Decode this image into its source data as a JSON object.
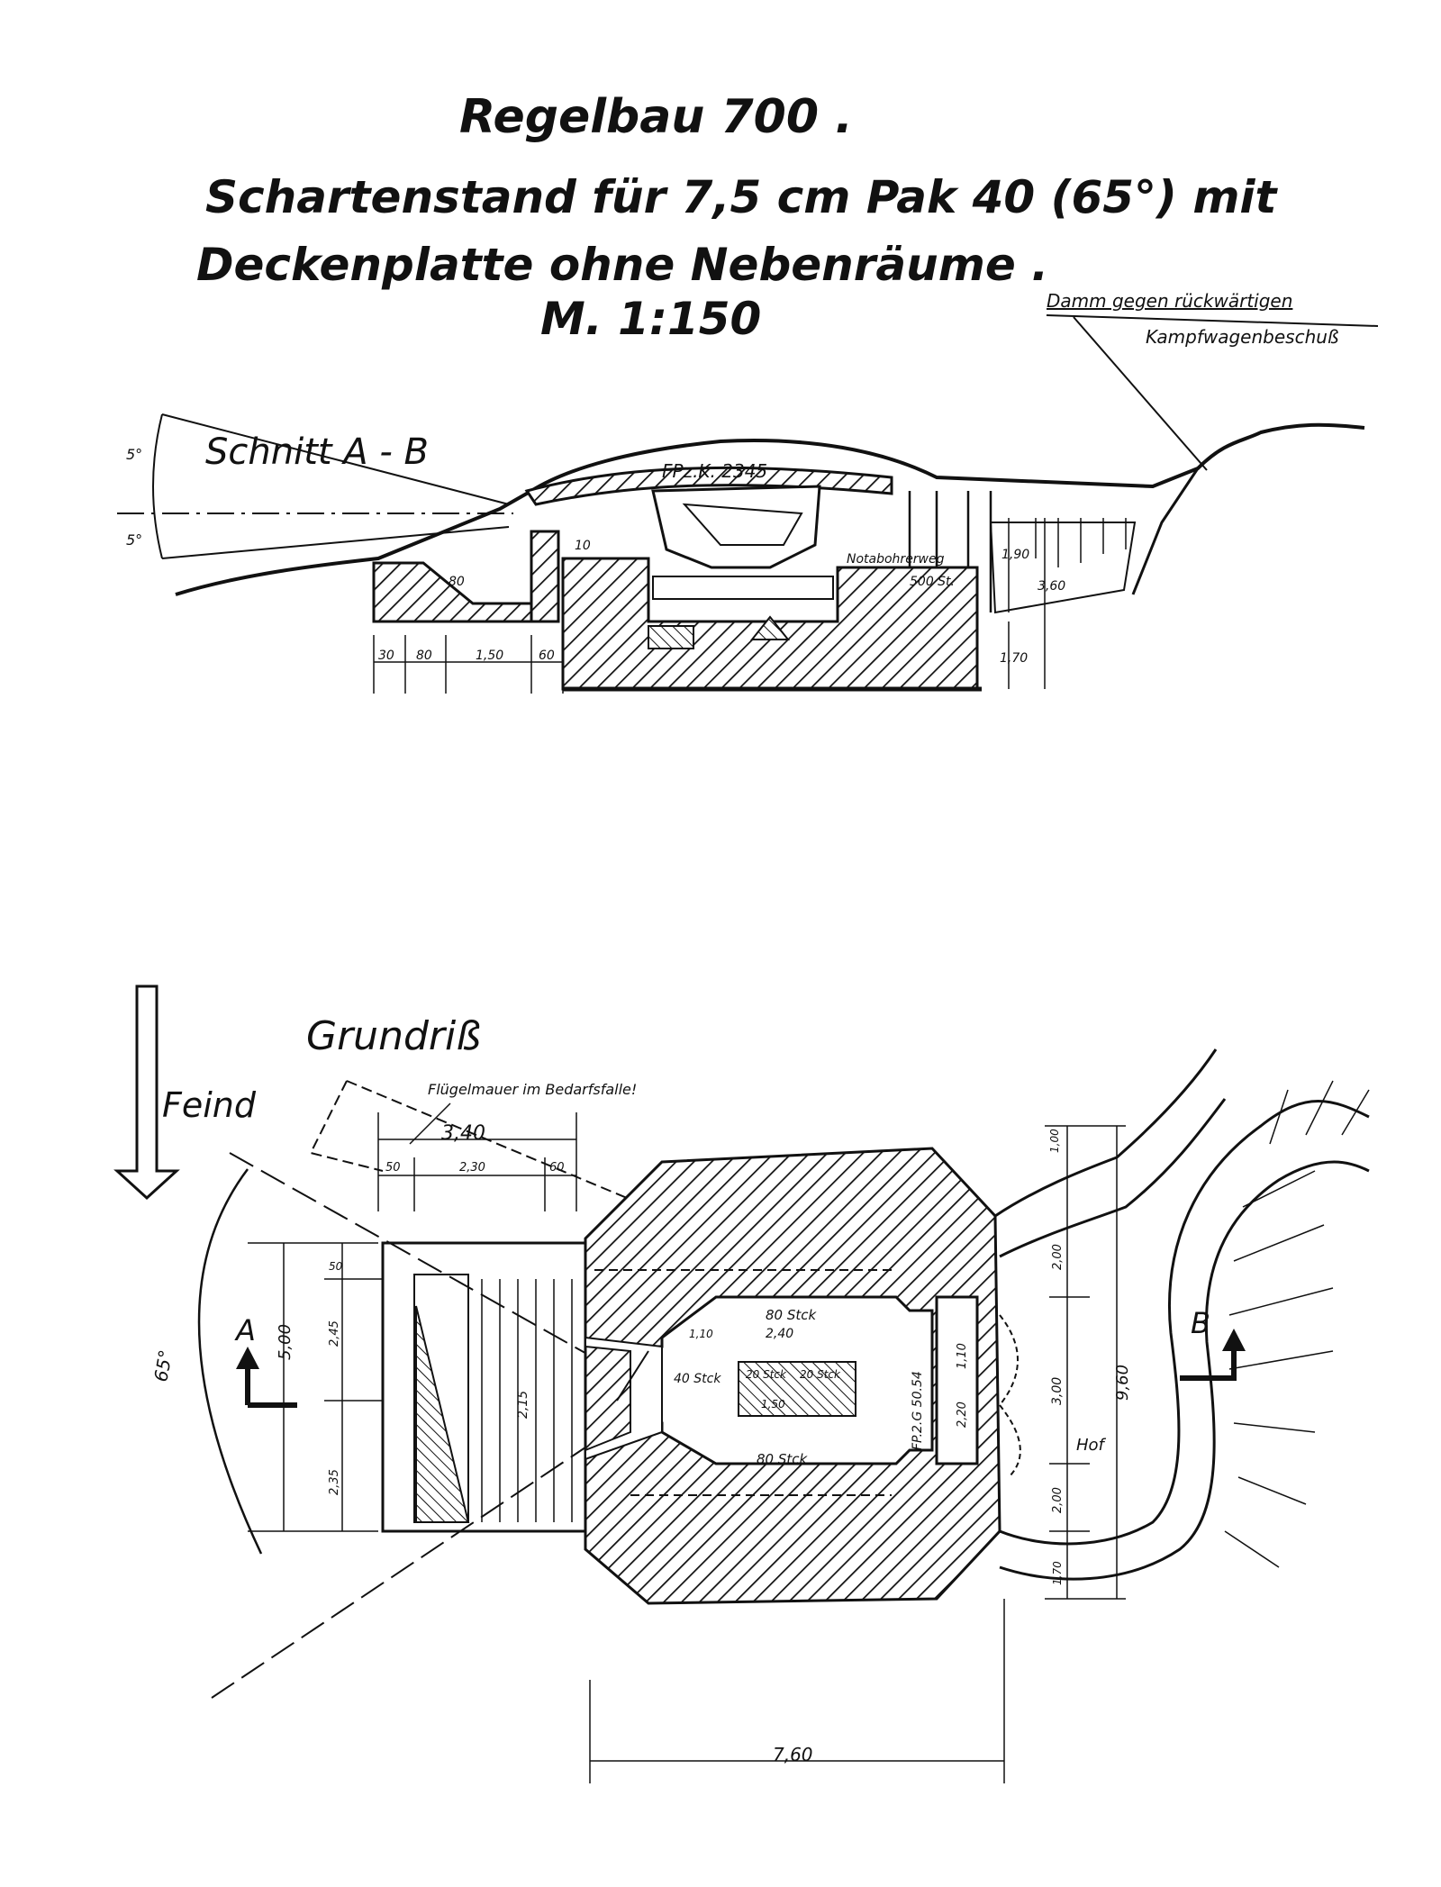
{
  "drawing": {
    "title_line1": "Regelbau 700 .",
    "title_line2": "Schartenstand für 7,5 cm Pak 40 (65°) mit",
    "title_line3": "Deckenplatte ohne Nebenräume .",
    "scale": "M. 1:150",
    "note_line1": "Damm gegen rückwärtigen",
    "note_line2": "Kampfwagenbeschuß"
  },
  "section": {
    "label": "Schnitt A - B",
    "angle_top": "5°",
    "angle_bottom": "5°",
    "gun_label": "FPz.K. 2345",
    "notbohr_label": "Notabohrerweg",
    "notbohr_sub": "500 St.",
    "dims": [
      "30",
      "80",
      "1,50",
      "60",
      "80",
      "10",
      "1,90",
      "3,60",
      "1,70"
    ]
  },
  "plan": {
    "label": "Grundriß",
    "feind": "Feind",
    "wing_wall": "Flügelmauer im Bedarfsfalle!",
    "marker_a": "A",
    "marker_b": "B",
    "hof": "Hof",
    "angle": "65°",
    "width_total": "7,60",
    "height_total": "9,60",
    "dims_top": [
      "3,40",
      "50",
      "2,30",
      "60"
    ],
    "dims_left": [
      "5,00",
      "2,45",
      "2,35",
      "50"
    ],
    "dims_right": [
      "1,00",
      "2,00",
      "3,00",
      "2,00",
      "1,70"
    ],
    "inner": {
      "stk_top": "80 Stck",
      "stk_mid": "40 Stck",
      "stk_bot": "80 Stck",
      "stk_right": "20 Stck",
      "stk_right2": "20 Stck",
      "dim_a": "2,40",
      "dim_b": "1,10",
      "dim_c": "1,50",
      "fp": "FP.2.G 50.54",
      "door_a": "1,10",
      "door_b": "2,20",
      "small": "2,15"
    }
  }
}
